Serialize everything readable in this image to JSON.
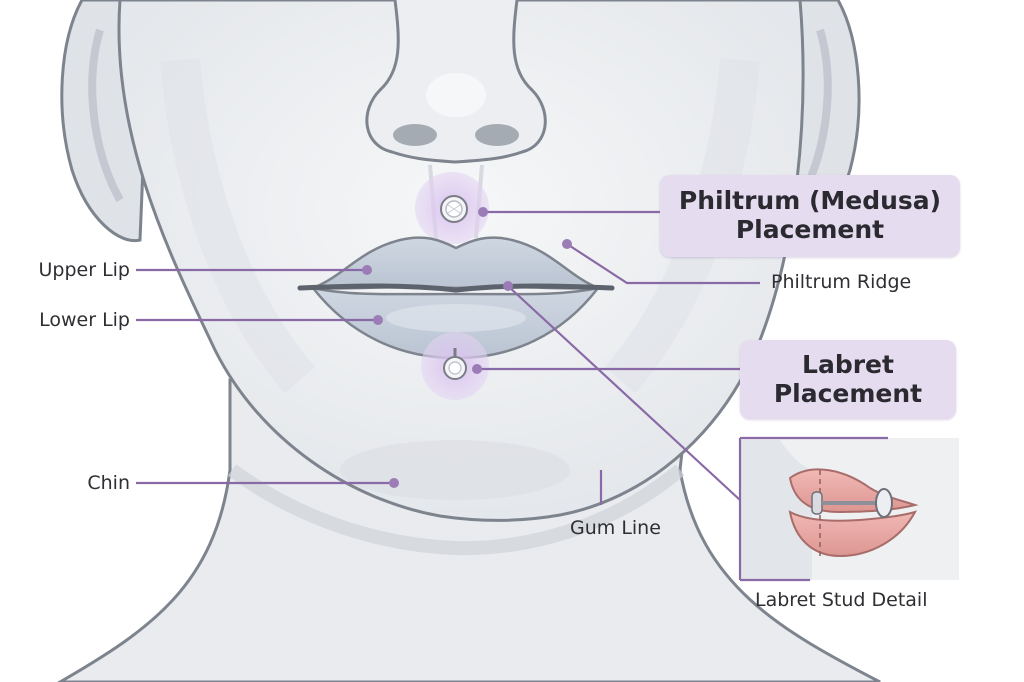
{
  "labels": {
    "upper_lip": "Upper Lip",
    "lower_lip": "Lower Lip",
    "chin": "Chin",
    "philtrum_ridge": "Philtrum Ridge",
    "gum_line": "Gum Line",
    "stud_detail": "Labret Stud Detail"
  },
  "callouts": {
    "philtrum": {
      "line1": "Philtrum (Medusa)",
      "line2": "Placement"
    },
    "labret": {
      "line1": "Labret",
      "line2": "Placement"
    }
  },
  "colors": {
    "accent": "#9b7cb6",
    "leader": "#8a6aa6",
    "callout_bg": "#e6dcef",
    "highlight": "#d9c4ee",
    "skin": "#eef0f2",
    "skin_shadow": "#c7ccd4",
    "outline": "#7e848e",
    "lip": "#c9d2de",
    "detail_lip": "#e8a8a6"
  }
}
